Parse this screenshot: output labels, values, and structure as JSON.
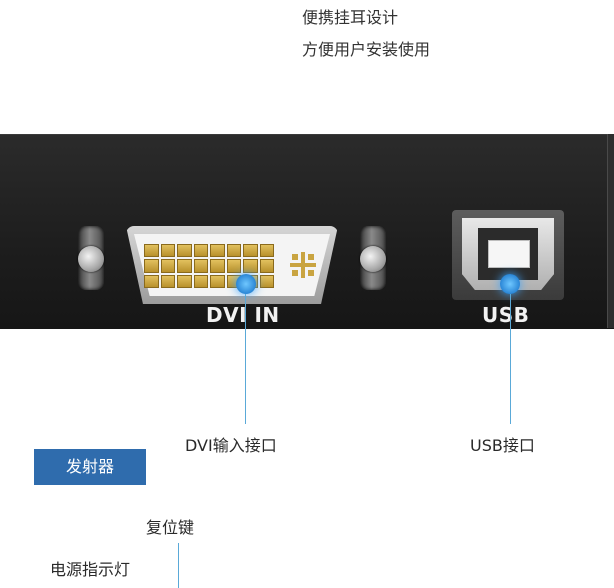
{
  "top": {
    "line1": "便携挂耳设计",
    "line2": "方便用户安装使用"
  },
  "panel": {
    "dvi_label": "DVI IN",
    "usb_label": "USB"
  },
  "captions": {
    "dvi": "DVI输入接口",
    "usb": "USB接口",
    "badge": "发射器",
    "reset": "复位键",
    "power": "电源指示灯"
  },
  "colors": {
    "accent": "#2f6cad",
    "leader_line": "#5aa9d8",
    "indicator": "#3da6ff"
  }
}
